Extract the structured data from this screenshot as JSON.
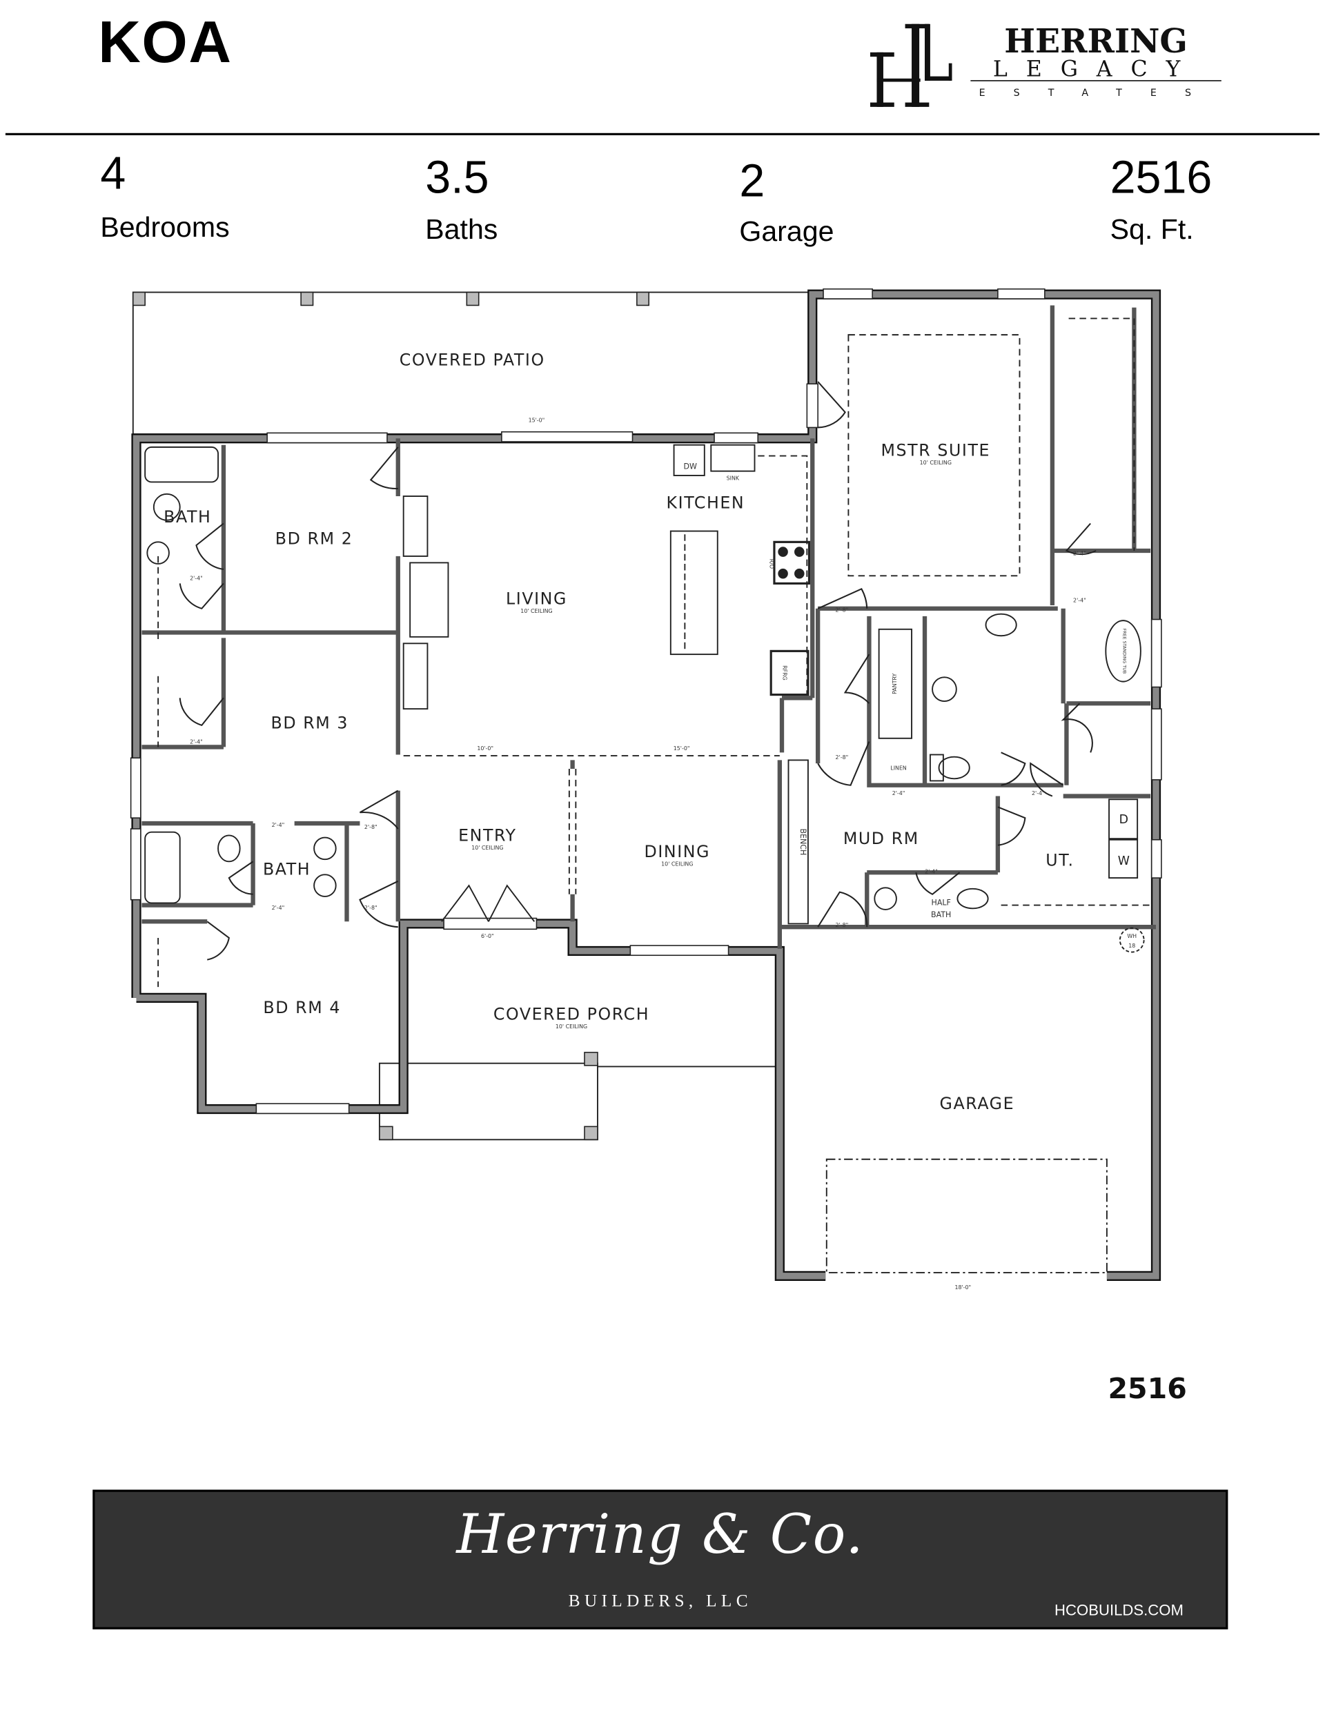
{
  "header": {
    "title": "KOA",
    "logo": {
      "line1": "HERRING",
      "line2": "LEGACY",
      "line3": "ESTATES"
    }
  },
  "stats": [
    {
      "value": "4",
      "label": "Bedrooms"
    },
    {
      "value": "3.5",
      "label": "Baths"
    },
    {
      "value": "2",
      "label": "Garage"
    },
    {
      "value": "2516",
      "label": "Sq. Ft."
    }
  ],
  "plan": {
    "rooms": {
      "covered_patio": "COVERED PATIO",
      "mstr_suite": "MSTR SUITE",
      "bath_1": "BATH",
      "bd_rm_2": "BD RM 2",
      "kitchen": "KITCHEN",
      "living": "LIVING",
      "bd_rm_3": "BD RM 3",
      "entry": "ENTRY",
      "dining": "DINING",
      "mud_rm": "MUD RM",
      "utility": "UT.",
      "bath_2": "BATH",
      "bd_rm_4": "BD RM 4",
      "covered_porch": "COVERED PORCH",
      "garage": "GARAGE",
      "half_bath_1": "HALF",
      "half_bath_2": "BATH"
    },
    "ceiling_note": "10' CEILING",
    "fixtures": {
      "dw": "DW",
      "sink": "SINK",
      "range": "R/O",
      "fridge": "RFRG",
      "pantry": "PANTRY",
      "linen": "LINEN",
      "bench": "BENCH",
      "dryer": "D",
      "washer": "W",
      "water_heater_1": "WH",
      "water_heater_2": "18",
      "tub": "FREE STANDING TUB"
    },
    "dimensions": {
      "patio": "15'-0\"",
      "living": "10'-0\"",
      "dining": "15'-0\"",
      "entry_door": "6'-0\"",
      "garage_door": "18'-0\"",
      "door_2_8": "2'-8\"",
      "door_2_4": "2'-4\""
    },
    "plan_number": "2516"
  },
  "footer": {
    "brand_script": "Herring & Co.",
    "brand_sub": "BUILDERS, LLC",
    "website": "HCOBUILDS.COM",
    "background_color": "#333333"
  }
}
